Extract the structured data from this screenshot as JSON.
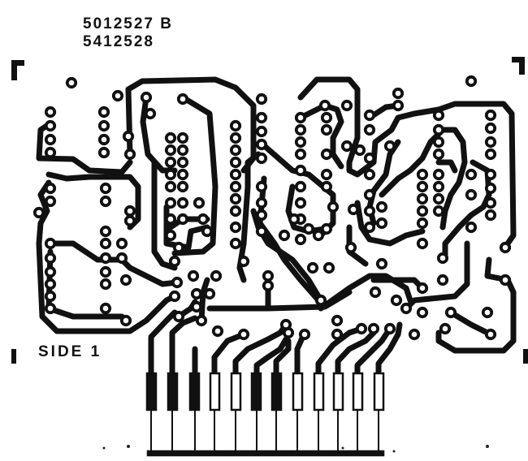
{
  "header": {
    "part_number_1": "5012527 B",
    "part_number_2": "5412528"
  },
  "board": {
    "side_label": "SIDE 1",
    "connector_fingers": 12
  },
  "colors": {
    "trace": "#111111",
    "background": "#ffffff"
  }
}
